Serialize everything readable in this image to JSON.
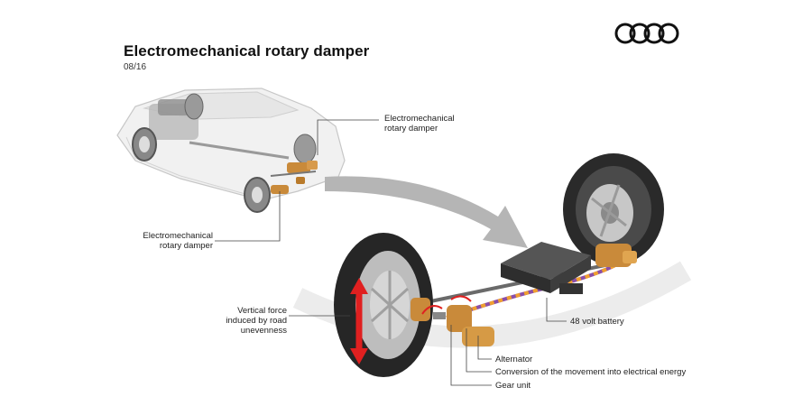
{
  "header": {
    "title": "Electromechanical rotary damper",
    "date": "08/16"
  },
  "logo": {
    "icon": "four-rings-icon"
  },
  "labels": {
    "damper_top_line1": "Electromechanical",
    "damper_top_line2": "rotary damper",
    "damper_left_line1": "Electromechanical",
    "damper_left_line2": "rotary damper",
    "force_line1": "Vertical force",
    "force_line2": "induced by road",
    "force_line3": "unevenness",
    "battery": "48 volt battery",
    "alternator": "Alternator",
    "conversion": "Conversion of the movement into electrical energy",
    "gear": "Gear unit"
  },
  "colors": {
    "copper": "#c98a3a",
    "force_arrow": "#e02020",
    "flow_arrow": "#b5b5b5",
    "cable_purple": "#8a4fa8",
    "cable_orange": "#f0a030"
  }
}
